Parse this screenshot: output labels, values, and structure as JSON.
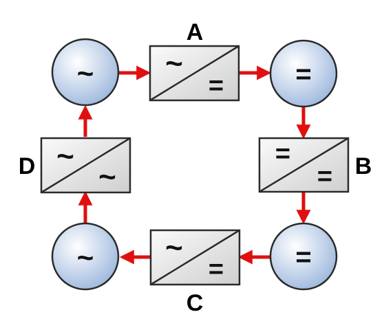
{
  "labels": {
    "a": "A",
    "b": "B",
    "c": "C",
    "d": "D"
  },
  "nodes": {
    "top_left": "~",
    "top_right": "=",
    "bottom_right": "=",
    "bottom_left": "~"
  },
  "converters": {
    "a": {
      "in": "~",
      "out": "="
    },
    "b": {
      "in": "=",
      "out": "="
    },
    "c": {
      "in": "~",
      "out": "="
    },
    "d": {
      "in": "~",
      "out": "~"
    }
  },
  "colors": {
    "arrow": "#e01010",
    "circle": "#9db8dd",
    "box": "#d9d9d9"
  }
}
